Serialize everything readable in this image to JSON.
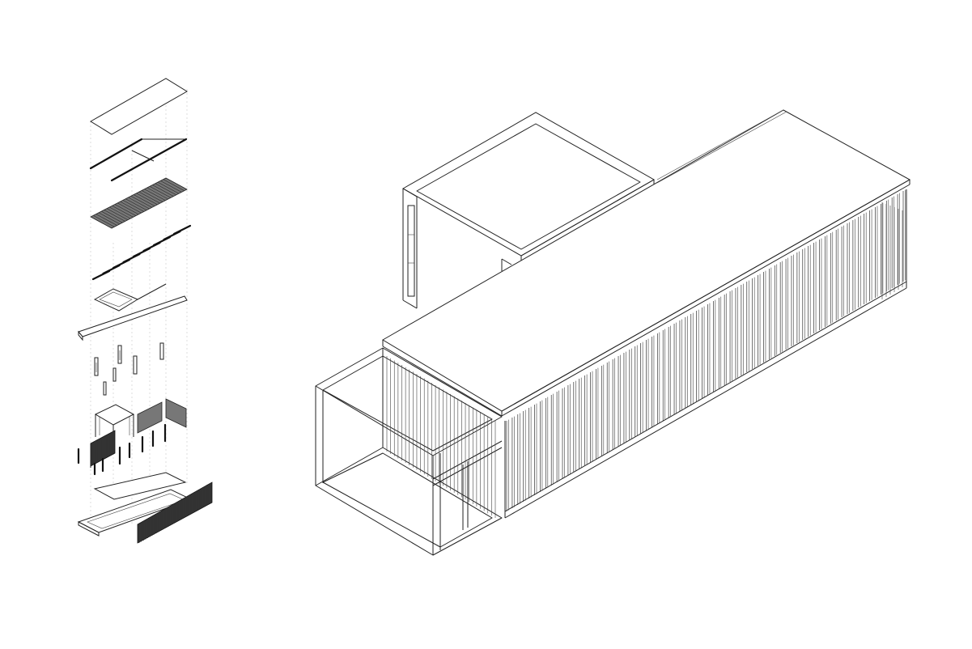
{
  "figure": {
    "views": [
      "exploded-axonometric",
      "assembled-axonometric"
    ],
    "line_color": "#222222",
    "background": "#ffffff",
    "exploded_layers": [
      "roof-panel",
      "roof-frame-beams",
      "roof-deck-hatched",
      "roof-joists",
      "upper-frame",
      "roof-edge-beam",
      "window-units",
      "wall-panels-and-frame",
      "columns",
      "floor-slabs",
      "slatted-facade-screen"
    ]
  }
}
